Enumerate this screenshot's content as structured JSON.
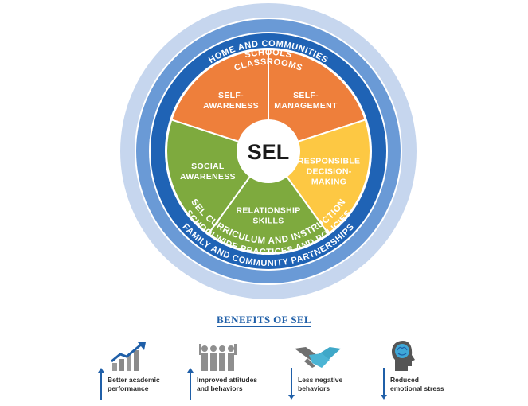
{
  "rings": {
    "outer_top": "HOME AND COMMUNITIES",
    "outer_bottom": "FAMILY AND COMMUNITY PARTNERSHIPS",
    "middle_top": "SCHOOLS",
    "middle_bottom": "SCHOOLWIDE PRACTICES AND POLICIES",
    "inner_top": "CLASSROOMS",
    "inner_bottom": "SEL CURRICULUM AND INSTRUCTION"
  },
  "center_label": "SEL",
  "segments": [
    {
      "id": "self-awareness",
      "lines": [
        "SELF-",
        "AWARENESS"
      ],
      "color": "#ee7f3b"
    },
    {
      "id": "self-management",
      "lines": [
        "SELF-",
        "MANAGEMENT"
      ],
      "color": "#ee7f3b"
    },
    {
      "id": "responsible-decision-making",
      "lines": [
        "RESPONSIBLE",
        "DECISION-",
        "MAKING"
      ],
      "color": "#fdc843"
    },
    {
      "id": "relationship-skills",
      "lines": [
        "RELATIONSHIP",
        "SKILLS"
      ],
      "color": "#7eaa3e"
    },
    {
      "id": "social-awareness",
      "lines": [
        "SOCIAL",
        "AWARENESS"
      ],
      "color": "#7eaa3e"
    }
  ],
  "colors": {
    "ring_outer": "#c6d6ee",
    "ring_middle": "#6a9ad6",
    "ring_inner": "#1f63b5",
    "ring_text_outer": "#ffffff",
    "accent_blue": "#1f5fa8"
  },
  "benefits": {
    "title": "BENEFITS OF SEL",
    "items": [
      {
        "lines": [
          "Better academic",
          "performance"
        ],
        "icon": "rising-bar-chart-icon",
        "direction": "up"
      },
      {
        "lines": [
          "Improved attitudes",
          "and behaviors"
        ],
        "icon": "people-group-icon",
        "direction": "up"
      },
      {
        "lines": [
          "Less negative",
          "behaviors"
        ],
        "icon": "handshake-icon",
        "direction": "down"
      },
      {
        "lines": [
          "Reduced",
          "emotional stress"
        ],
        "icon": "head-brain-icon",
        "direction": "down"
      }
    ]
  }
}
